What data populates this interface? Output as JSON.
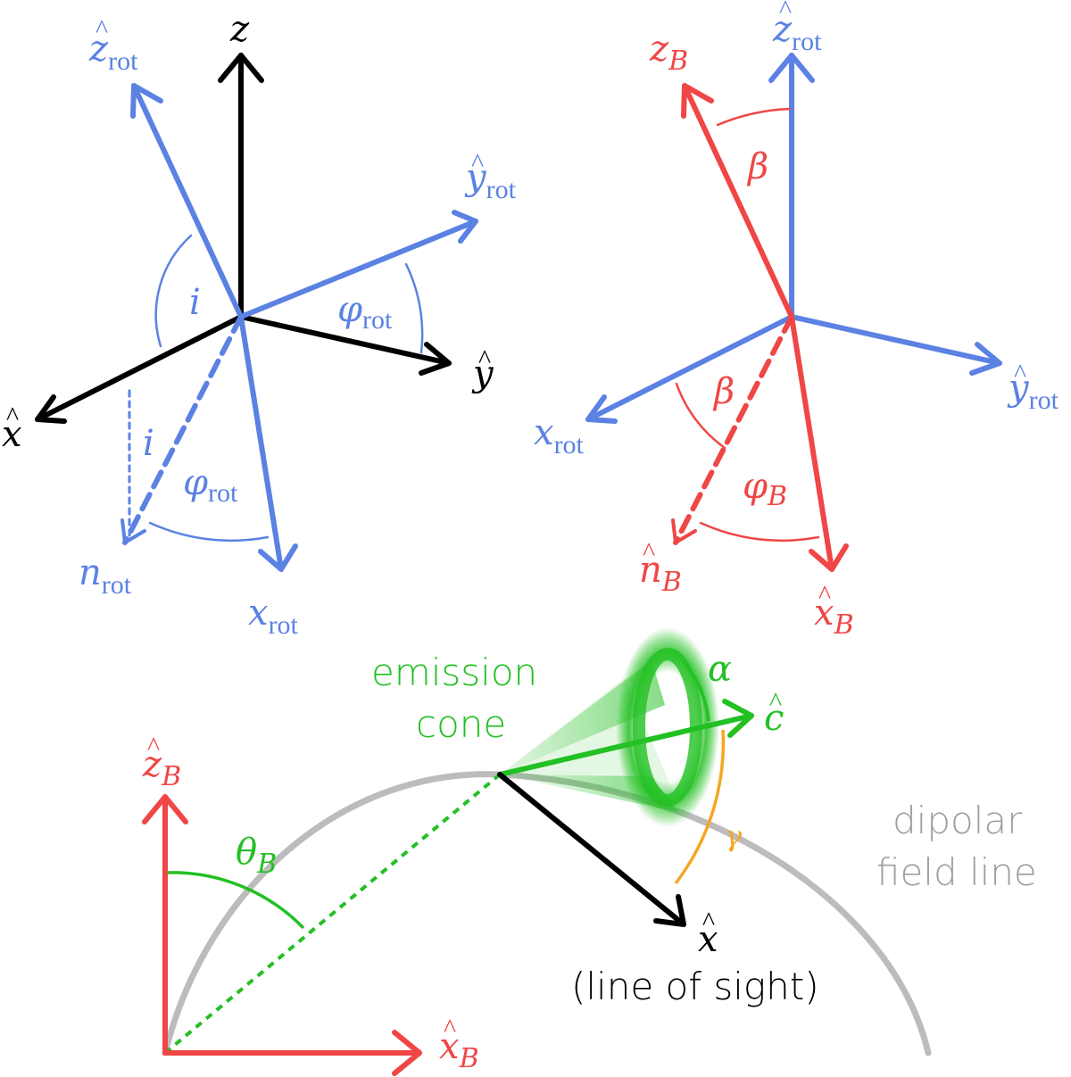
{
  "colors": {
    "black": "#000000",
    "blue": "#5b82e3",
    "red": "#f04646",
    "green": "#23c023",
    "orange": "#f5a623",
    "gray": "#bcbcbc",
    "gray_text": "#9e9e9e"
  },
  "panel_rotation": {
    "z": "z",
    "z_rot": "z",
    "z_rot_sub": "rot",
    "y_rot": "y",
    "y_rot_sub": "rot",
    "y": "y",
    "x": "x",
    "i_upper": "i",
    "phi_rot_upper": "φ",
    "phi_rot_upper_sub": "rot",
    "i_lower": "i",
    "phi_rot_lower": "φ",
    "phi_rot_lower_sub": "rot",
    "n_rot": "n",
    "n_rot_sub": "rot",
    "x_rot": "x",
    "x_rot_sub": "rot"
  },
  "panel_magnetic": {
    "z_B": "z",
    "z_B_sub": "B",
    "z_rot": "z",
    "z_rot_sub": "rot",
    "beta_upper": "β",
    "y_rot": "y",
    "y_rot_sub": "rot",
    "x_rot": "x",
    "x_rot_sub": "rot",
    "beta_lower": "β",
    "phi_B": "φ",
    "phi_B_sub": "B",
    "n_B": "n",
    "n_B_sub": "B",
    "x_B": "x",
    "x_B_sub": "B"
  },
  "panel_emission": {
    "emission_line1": "emission",
    "emission_line2": "cone",
    "alpha": "α",
    "c_hat": "c",
    "gamma": "γ",
    "z_B": "z",
    "z_B_sub": "B",
    "theta_B": "θ",
    "theta_B_sub": "B",
    "dipolar_line1": "dipolar",
    "dipolar_line2": "field line",
    "x_los": "x",
    "line_of_sight": "(line of sight)",
    "x_B": "x",
    "x_B_sub": "B"
  }
}
